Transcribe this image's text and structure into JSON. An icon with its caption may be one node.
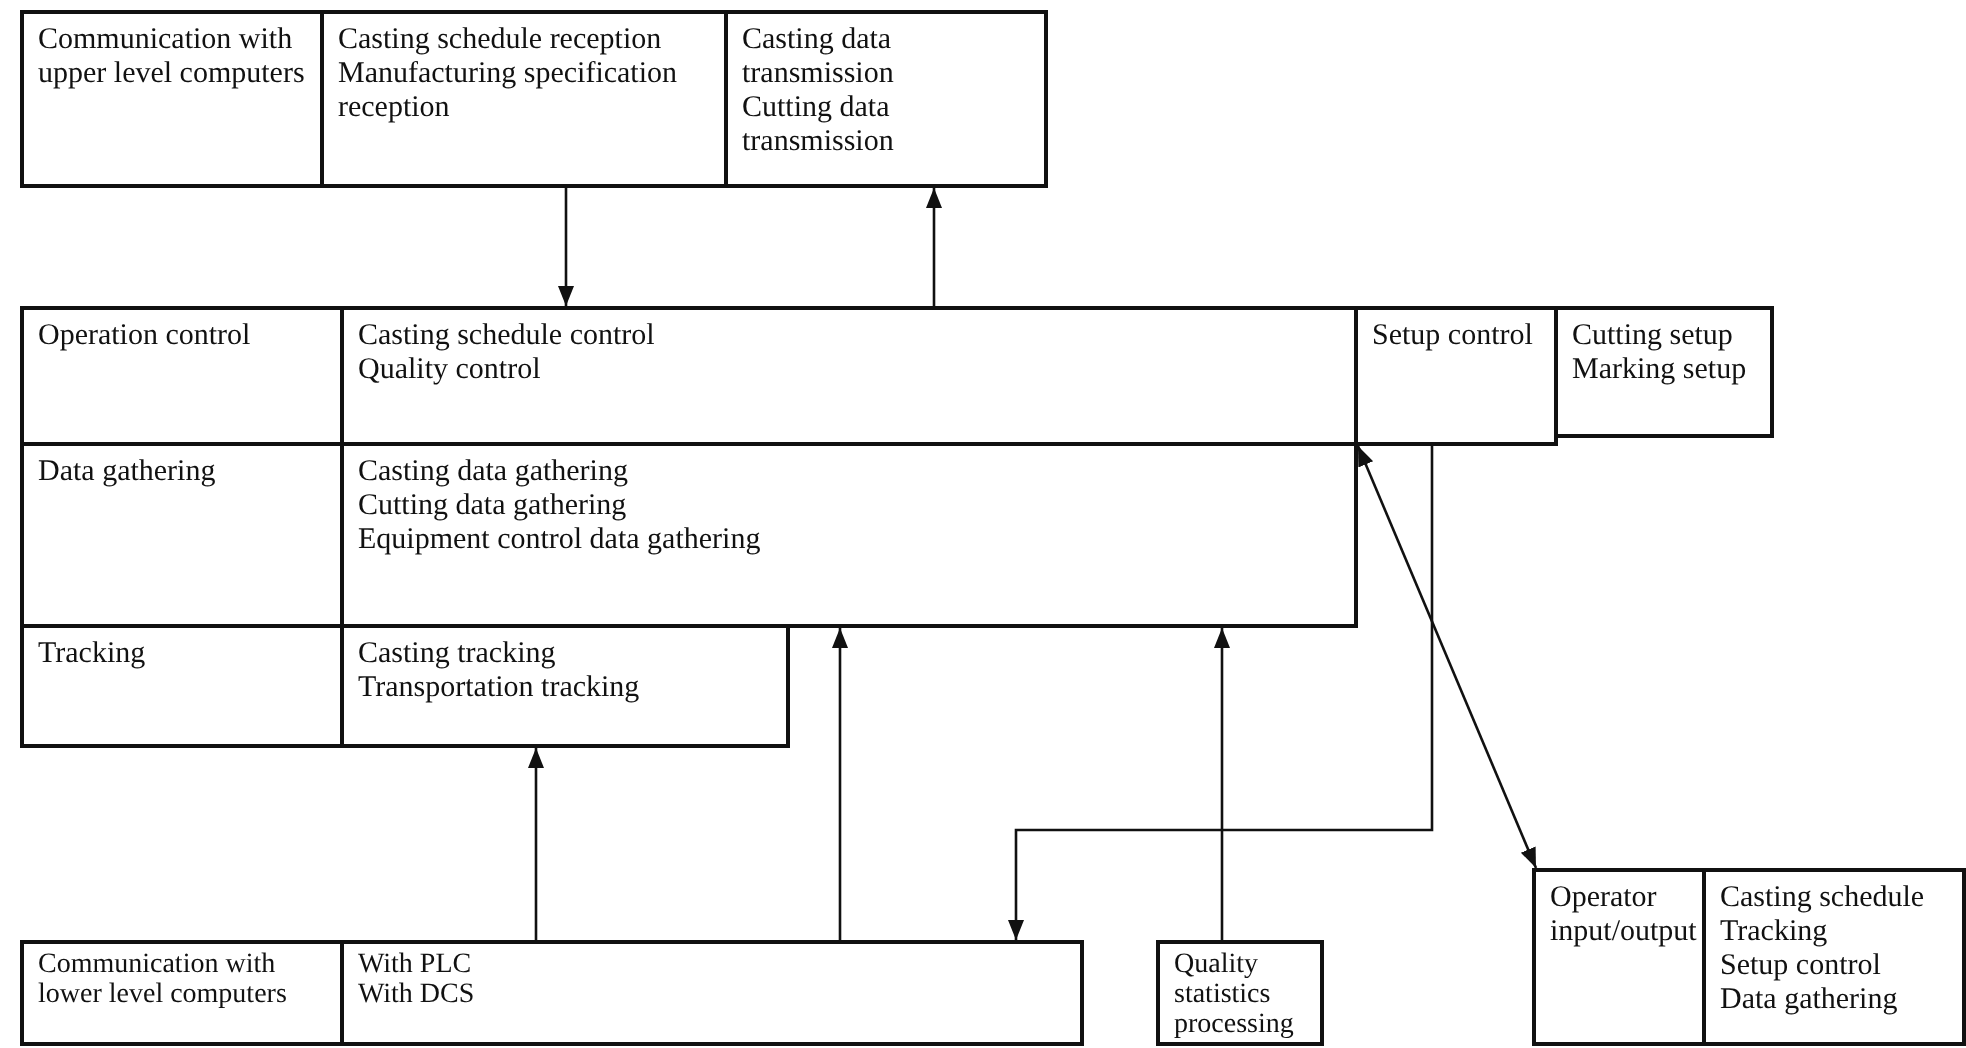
{
  "diagram": {
    "nodes": [
      {
        "text": [
          "Communication with upper level computers"
        ]
      },
      {
        "text": [
          "Casting schedule reception",
          "Manufacturing specification reception"
        ]
      },
      {
        "text": [
          "Casting data transmission",
          "Cutting data transmission"
        ]
      },
      {
        "text": [
          "Operation control"
        ]
      },
      {
        "text": [
          "Casting schedule control",
          "Quality control"
        ]
      },
      {
        "text": [
          "Setup control"
        ]
      },
      {
        "text": [
          "Cutting setup",
          "Marking setup"
        ]
      },
      {
        "text": [
          "Data gathering"
        ]
      },
      {
        "text": [
          "Casting data gathering",
          "Cutting data gathering",
          "Equipment control data gathering"
        ]
      },
      {
        "text": [
          "Tracking"
        ]
      },
      {
        "text": [
          "Casting tracking",
          "Transportation tracking"
        ]
      },
      {
        "text": [
          "Communication with lower level computers"
        ]
      },
      {
        "text": [
          "With PLC",
          "With DCS"
        ]
      },
      {
        "text": [
          "Quality statistics processing"
        ]
      },
      {
        "text": [
          "Operator input/output"
        ]
      },
      {
        "text": [
          "Casting schedule",
          "Tracking",
          "Setup control",
          "Data gathering"
        ]
      }
    ],
    "edges": [
      {
        "from": 1,
        "to": 4,
        "arrow": "to"
      },
      {
        "from": 4,
        "to": 2,
        "arrow": "to"
      },
      {
        "from": 12,
        "to": 10,
        "arrow": "to"
      },
      {
        "from": 12,
        "to": 8,
        "arrow": "to"
      },
      {
        "from": 13,
        "to": 8,
        "arrow": "to"
      },
      {
        "from": 8,
        "to": 14,
        "arrow": "both"
      },
      {
        "from": 5,
        "to": 12,
        "arrow": "to"
      }
    ]
  }
}
